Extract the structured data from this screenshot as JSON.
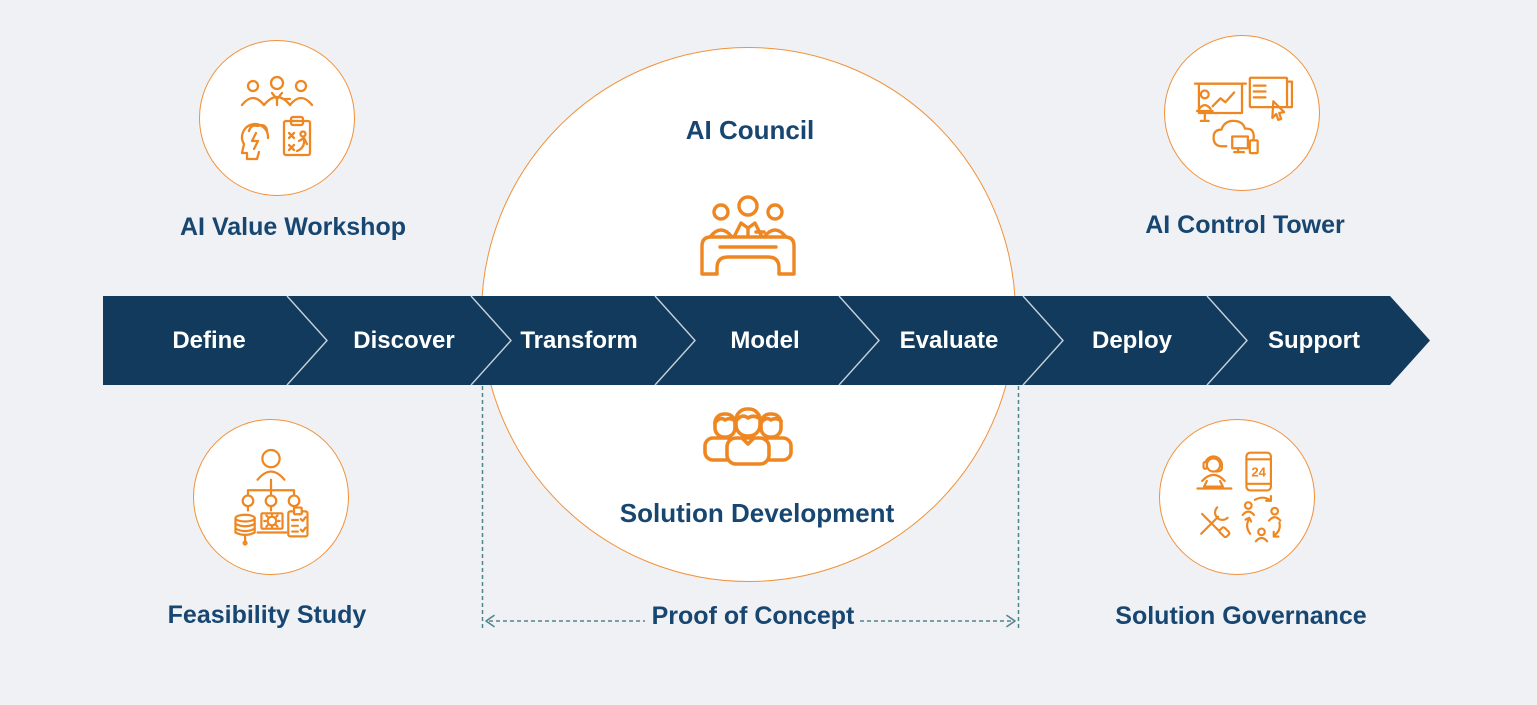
{
  "colors": {
    "background": "#f0f1f4",
    "process_bar": "#123a5c",
    "label_text": "#174671",
    "icon_orange": "#ee8722",
    "dash_line": "#4e868c",
    "bar_text": "#ffffff"
  },
  "process_bar": {
    "stages": [
      "Define",
      "Discover",
      "Transform",
      "Model",
      "Evaluate",
      "Deploy",
      "Support"
    ]
  },
  "center_circle": {
    "top_label": "AI Council",
    "bottom_label": "Solution Development"
  },
  "span_annotation": {
    "label": "Proof of Concept"
  },
  "satellites": [
    {
      "position": "top-left",
      "label": "AI Value Workshop"
    },
    {
      "position": "top-right",
      "label": "AI Control Tower"
    },
    {
      "position": "bottom-left",
      "label": "Feasibility Study"
    },
    {
      "position": "bottom-right",
      "label": "Solution Governance"
    }
  ],
  "icon_text": {
    "phone_badge": "24"
  }
}
